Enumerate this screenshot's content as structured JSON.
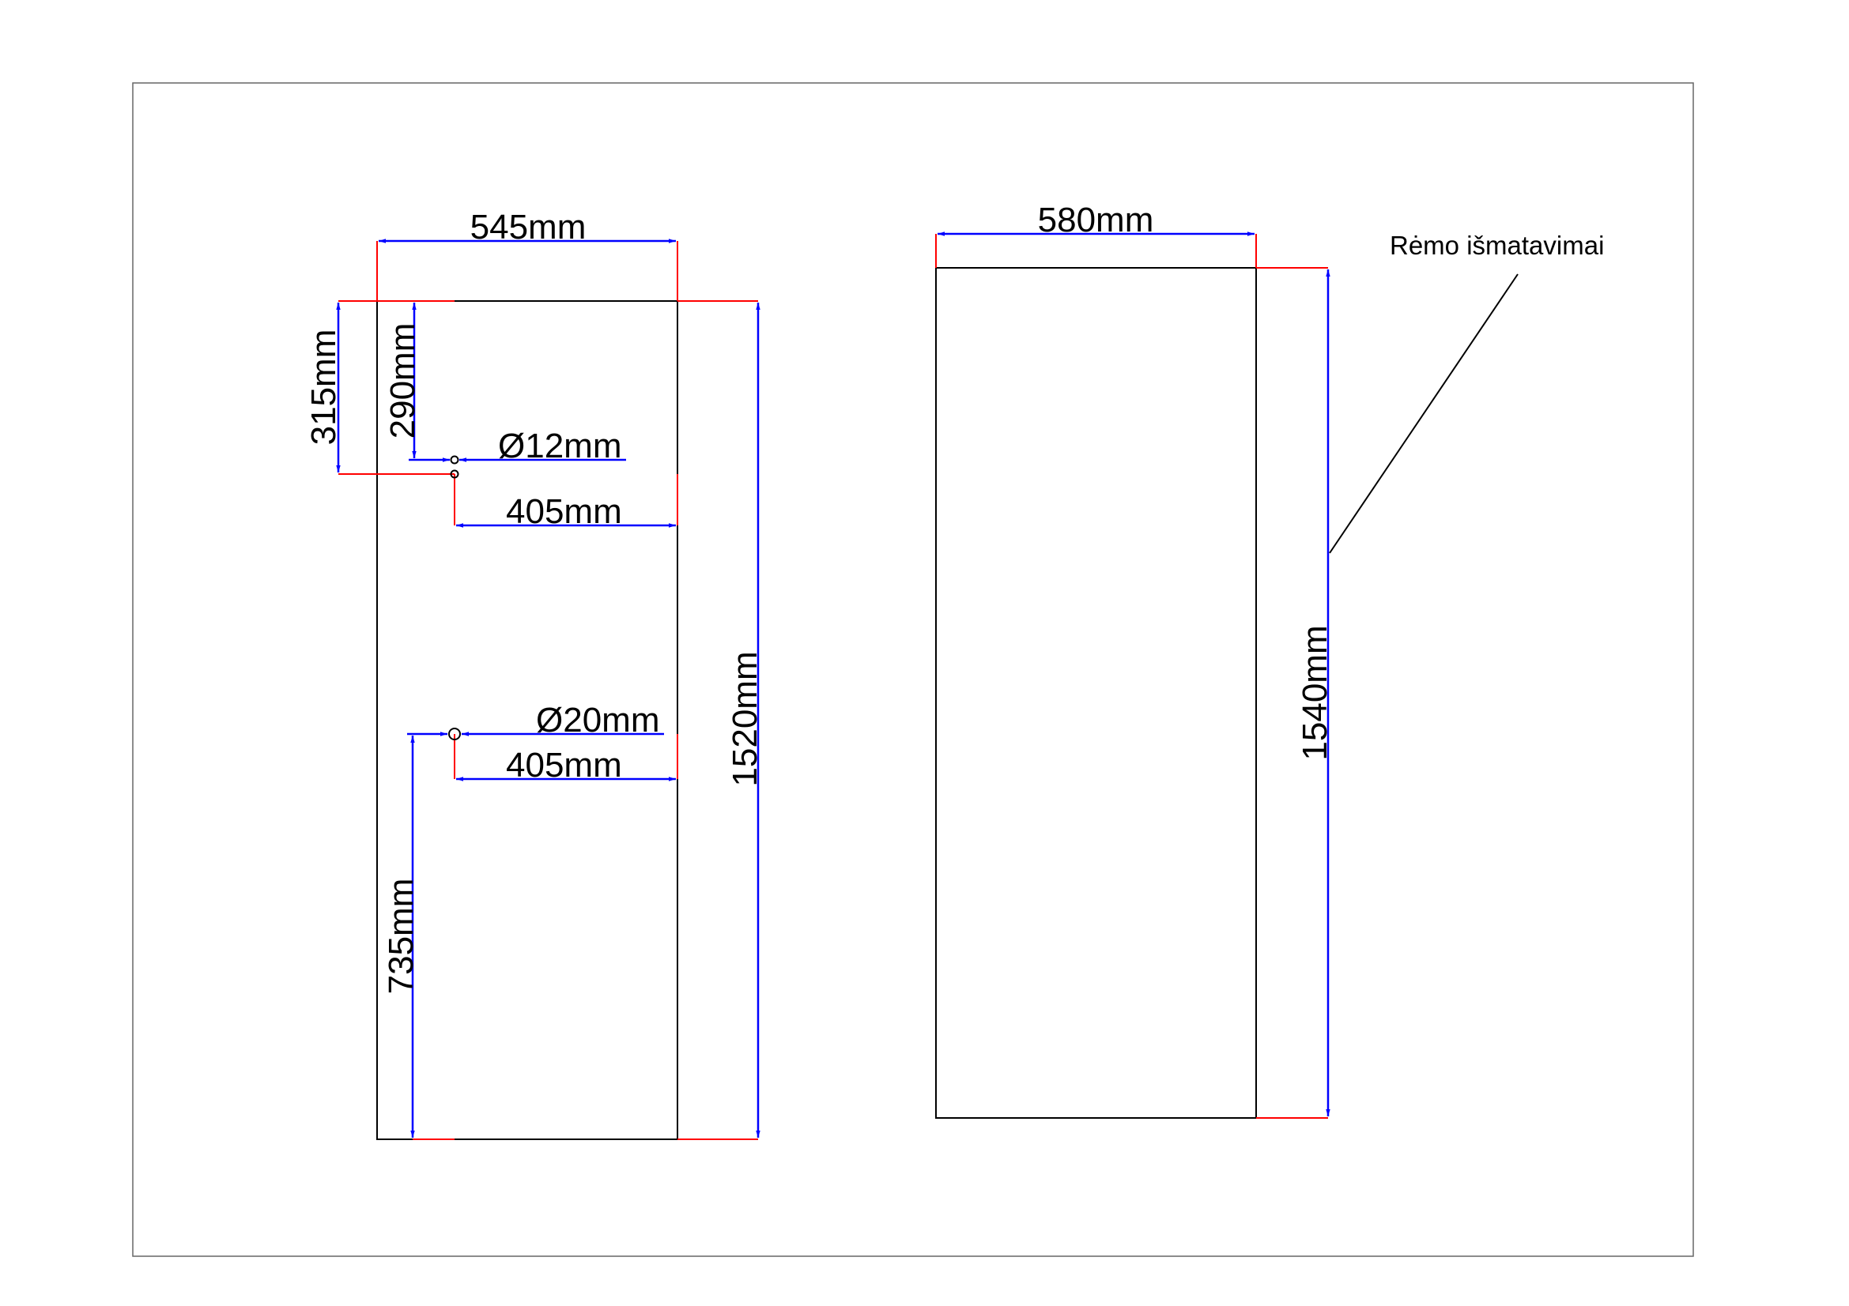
{
  "left_panel": {
    "width_label": "545mm",
    "height_label": "1520mm",
    "top_hole_offset_a": "315mm",
    "top_hole_offset_b": "290mm",
    "small_hole_diameter": "Ø12mm",
    "top_hole_side_offset": "405mm",
    "large_hole_diameter": "Ø20mm",
    "bottom_hole_side_offset": "405mm",
    "bottom_hole_height": "735mm"
  },
  "right_panel": {
    "width_label": "580mm",
    "height_label": "1540mm",
    "note": "Rėmo išmatavimai"
  },
  "colors": {
    "dimension": "#0000ff",
    "extension": "#ff0000",
    "outline": "#000000"
  }
}
